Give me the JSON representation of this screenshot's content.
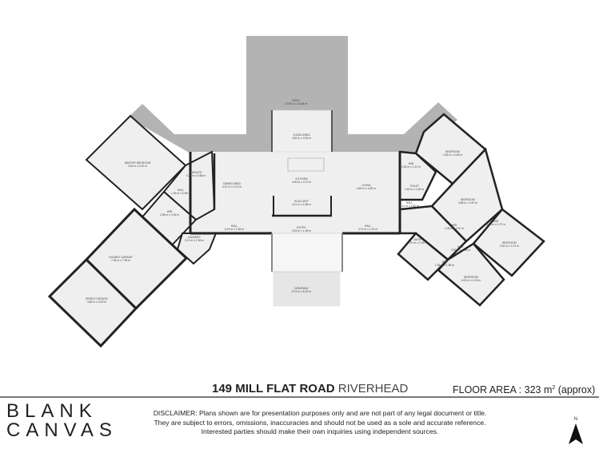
{
  "property": {
    "address": "149 MILL FLAT ROAD",
    "suburb": "RIVERHEAD",
    "floor_area_label": "FLOOR AREA : 323 m",
    "floor_area_sup": "2",
    "floor_area_suffix": " (approx)"
  },
  "brand": {
    "line1": "BLANK",
    "line2": "CANVAS"
  },
  "disclaimer": [
    "DISCLAIMER: Plans shown are for presentation purposes only and are not part of any legal document or title.",
    "They are subject to errors, omissions, inaccuracies and should not be used as a sole and accurate reference.",
    "Interested parties should make their own inquiries using independent sources."
  ],
  "compass": {
    "label": "N"
  },
  "colors": {
    "wall": "#222222",
    "floor": "#efefef",
    "deck": "#b3b3b3",
    "driveway": "#e6e6e6"
  },
  "rooms": [
    {
      "name": "DECK",
      "size": "22.98 m x 16.08 m"
    },
    {
      "name": "LIVING AREA",
      "size": "4.82 m x 3.53 m"
    },
    {
      "name": "KITCHEN",
      "size": "4.40 m x 3.72 m"
    },
    {
      "name": "DINING AREA",
      "size": "4.37 m x 4.72 m"
    },
    {
      "name": "SCULLERY",
      "size": "4.11 m x 1.88 m"
    },
    {
      "name": "LIVING",
      "size": "4.69 m x 4.82 m"
    },
    {
      "name": "ENTRY",
      "size": "3.43 m x 1.96 m"
    },
    {
      "name": "HALL",
      "size": "8.13 m x 1.55 m"
    },
    {
      "name": "HALL",
      "size": "4.70 m x 1.52 m"
    },
    {
      "name": "DRIVEWAY",
      "size": "5.72 m x 6.16 m"
    },
    {
      "name": "MASTER BEDROOM",
      "size": "4.93 m x 5.20 m"
    },
    {
      "name": "ENSUITE",
      "size": "3.26 m x 3.68 m"
    },
    {
      "name": "HALL",
      "size": "1.39 m x 2.95 m"
    },
    {
      "name": "WIR",
      "size": "2.38 m x 3.06 m"
    },
    {
      "name": "LAUNDRY",
      "size": "2.12 m x 2.36 m"
    },
    {
      "name": "DOUBLE GARAGE",
      "size": "7.06 m x 7.96 m"
    },
    {
      "name": "SINGLE GARAGE",
      "size": "3.86 m x 5.29 m"
    },
    {
      "name": "BEDROOM",
      "size": "4.36 m x 4.06 m"
    },
    {
      "name": "WIR",
      "size": "2.35 m x 1.57 m"
    },
    {
      "name": "TOILET",
      "size": "1.80 m x 1.82 m"
    },
    {
      "name": "BEDROOM",
      "size": "3.68 m x 3.87 m"
    },
    {
      "name": "HALL",
      "size": "3.11 m x 4.80 m"
    },
    {
      "name": "WIR",
      "size": "1.08 m x 2.57 m"
    },
    {
      "name": "WIR",
      "size": "4.08 m x 1.27 m"
    },
    {
      "name": "BEDROOM",
      "size": "3.52 m x 4.74 m"
    },
    {
      "name": "BATH",
      "size": "2.97 m x 2.26 m"
    },
    {
      "name": "HALL",
      "size": "3.52 m x 4.68 m"
    },
    {
      "name": "WIR",
      "size": "1.35 m x 1.88 m"
    },
    {
      "name": "BEDROOM",
      "size": "4.03 m x 4.33 m"
    }
  ]
}
